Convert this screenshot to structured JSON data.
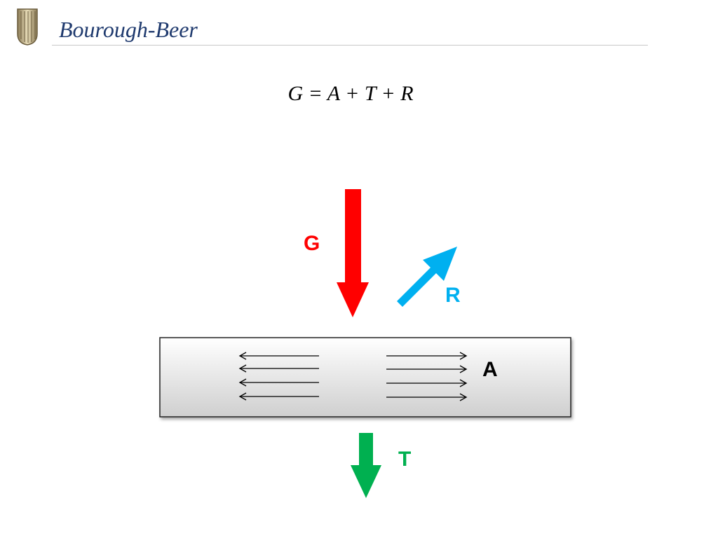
{
  "header": {
    "title": "Bourough-Beer"
  },
  "equation": {
    "text": "G = A + T + R"
  },
  "diagram": {
    "labels": {
      "g": "G",
      "r": "R",
      "a": "A",
      "t": "T"
    },
    "colors": {
      "g": "#ff0000",
      "r": "#00b0f0",
      "a": "#000000",
      "t": "#00b050"
    }
  }
}
